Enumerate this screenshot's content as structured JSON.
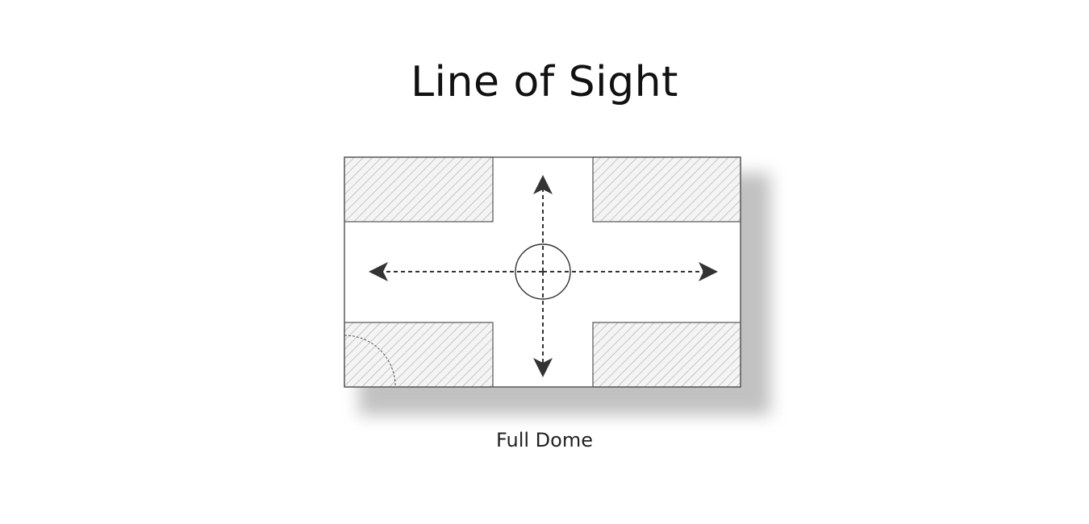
{
  "slide": {
    "title": "Line of Sight",
    "caption": "Full Dome"
  },
  "diagram": {
    "description_type": "top-down intersection plan with camera at center",
    "colors": {
      "outline": "#444444",
      "hatch": "#9a9a9a",
      "hatch_fill": "#f2f2f2",
      "arrow": "#333333",
      "shadow": "#9e9e9e"
    },
    "icons": [
      "camera-circle",
      "arrow-up",
      "arrow-down",
      "arrow-left",
      "arrow-right",
      "door-swing-arc"
    ]
  }
}
